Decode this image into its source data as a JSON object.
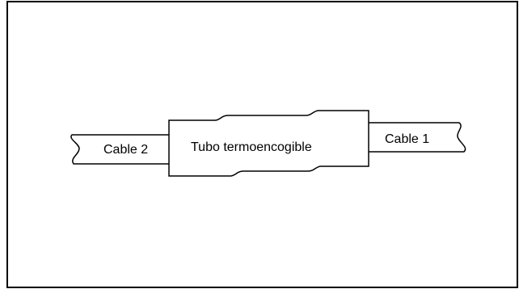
{
  "diagram": {
    "labels": {
      "cable_left": "Cable 2",
      "tube": "Tubo termoencogible",
      "cable_right": "Cable 1"
    },
    "colors": {
      "stroke": "#000000",
      "background": "#ffffff"
    }
  }
}
